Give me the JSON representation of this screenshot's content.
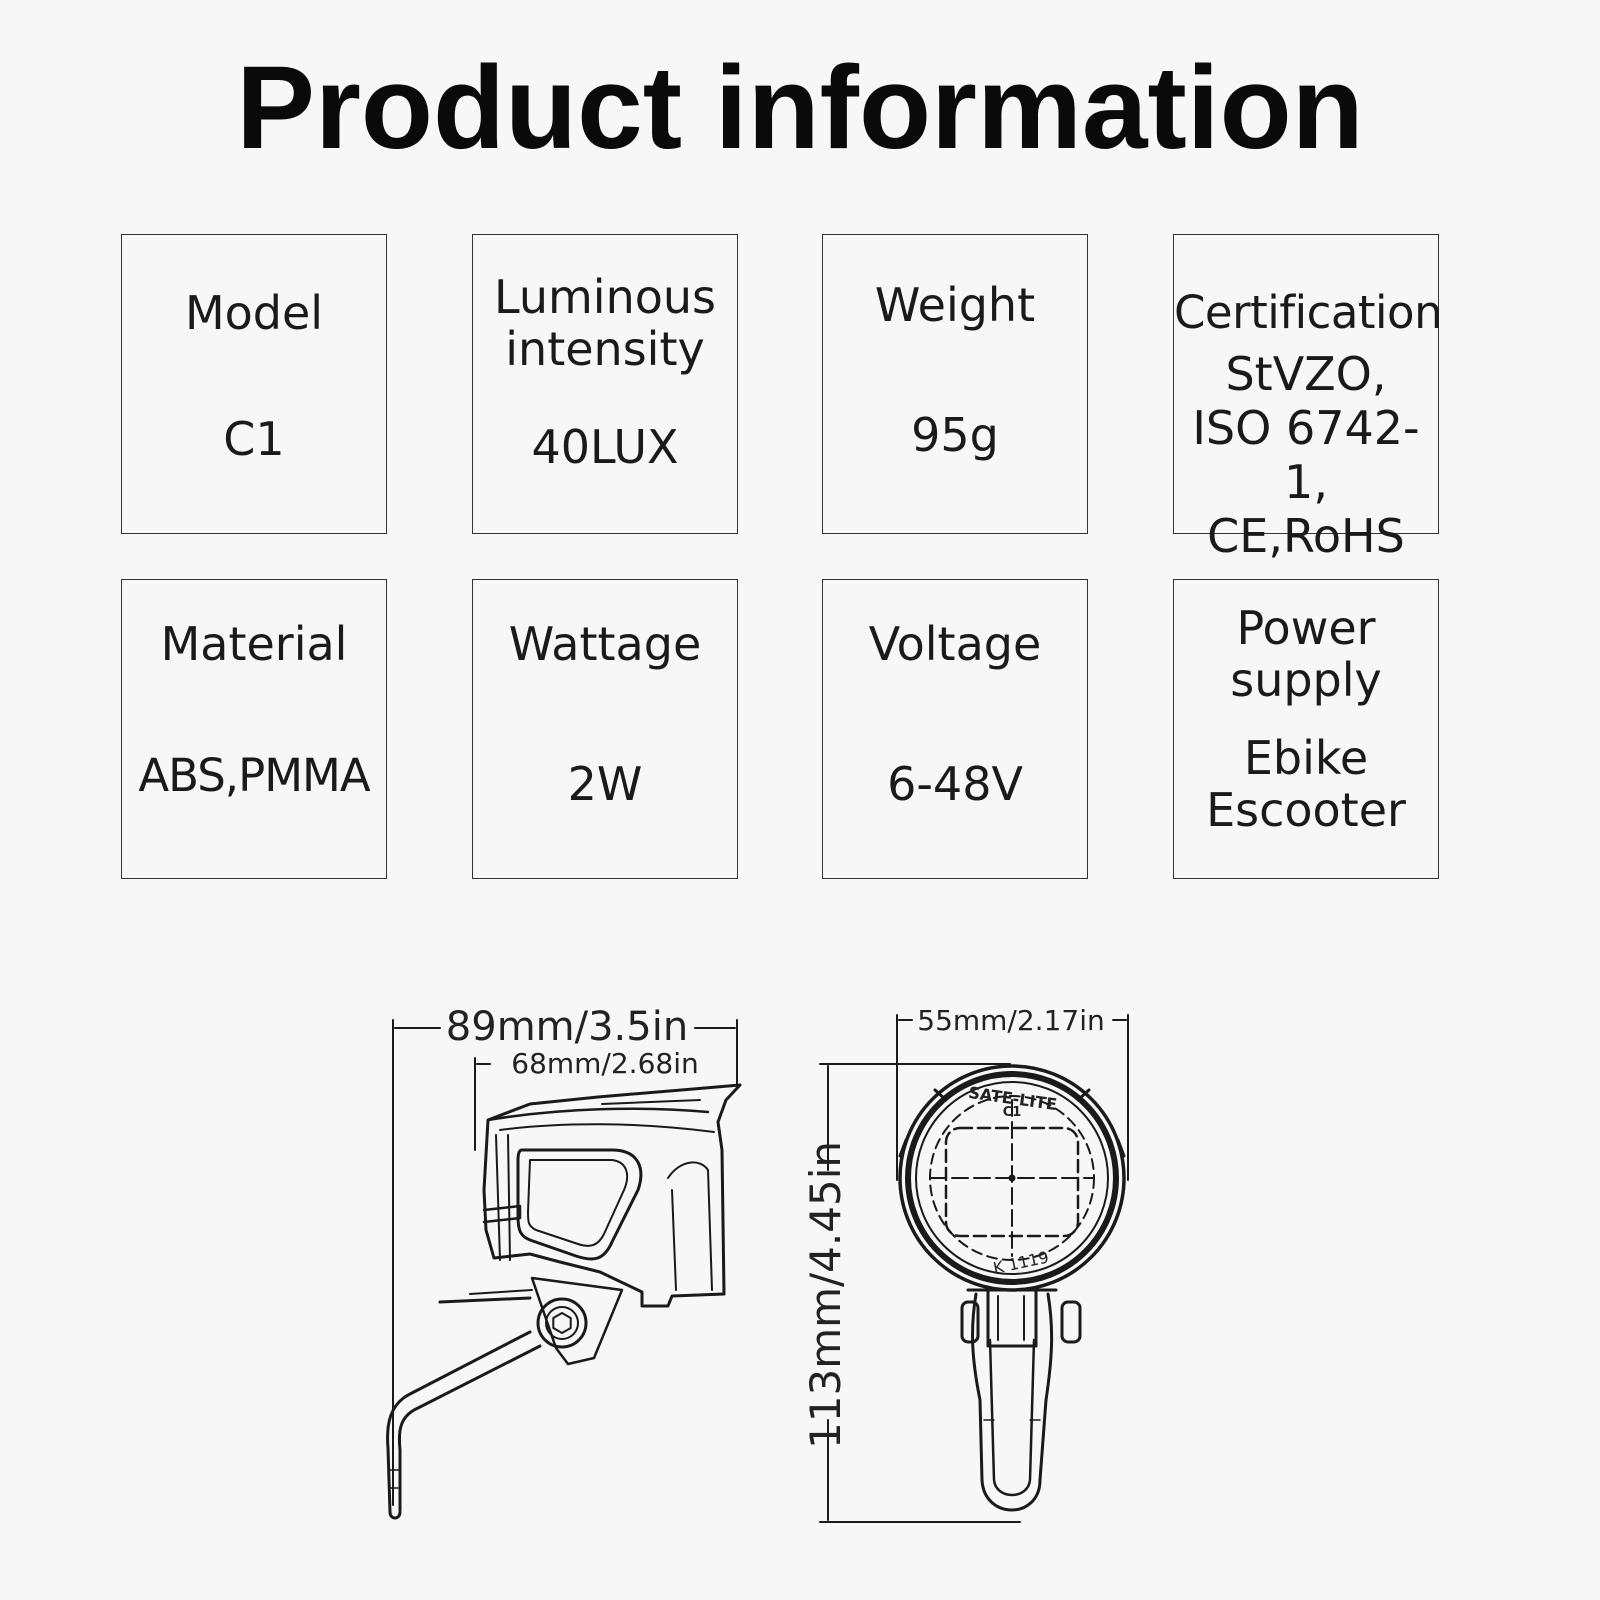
{
  "title": "Product information",
  "specs": [
    {
      "label": "Model",
      "value": "C1"
    },
    {
      "label": "Luminous\nintensity",
      "value": "40LUX"
    },
    {
      "label": "Weight",
      "value": "95g"
    },
    {
      "label": "Certification",
      "value": "StVZO,\nISO 6742-1,\nCE,RoHS"
    },
    {
      "label": "Material",
      "value": "ABS,PMMA"
    },
    {
      "label": "Wattage",
      "value": "2W"
    },
    {
      "label": "Voltage",
      "value": "6-48V"
    },
    {
      "label": "Power\nsupply",
      "value": "Ebike\nEscooter"
    }
  ],
  "dimensions": {
    "side_total_width": "89mm/3.5in",
    "side_body_width": "68mm/2.68in",
    "front_width": "55mm/2.17in",
    "height": "113mm/4.45in"
  },
  "lamp_markings": {
    "brand": "SATE-LITE",
    "model": "C1",
    "code": "K 1119"
  }
}
